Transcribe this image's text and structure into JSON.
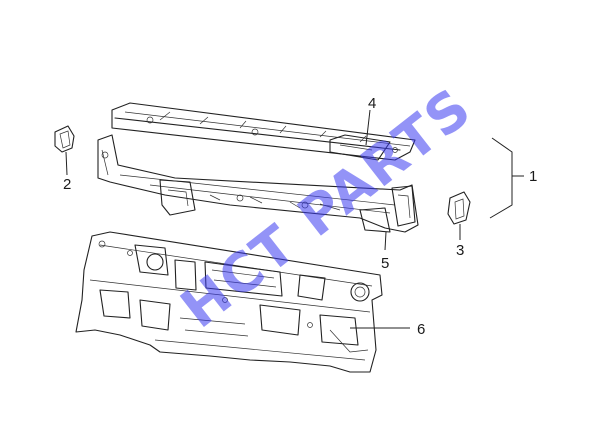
{
  "callouts": {
    "c1": "1",
    "c2": "2",
    "c3": "3",
    "c4": "4",
    "c5": "5",
    "c6": "6"
  },
  "watermark": {
    "text": "HCT PARTS",
    "color": "#3a3af0"
  },
  "colors": {
    "line": "#222222",
    "background": "#ffffff"
  }
}
